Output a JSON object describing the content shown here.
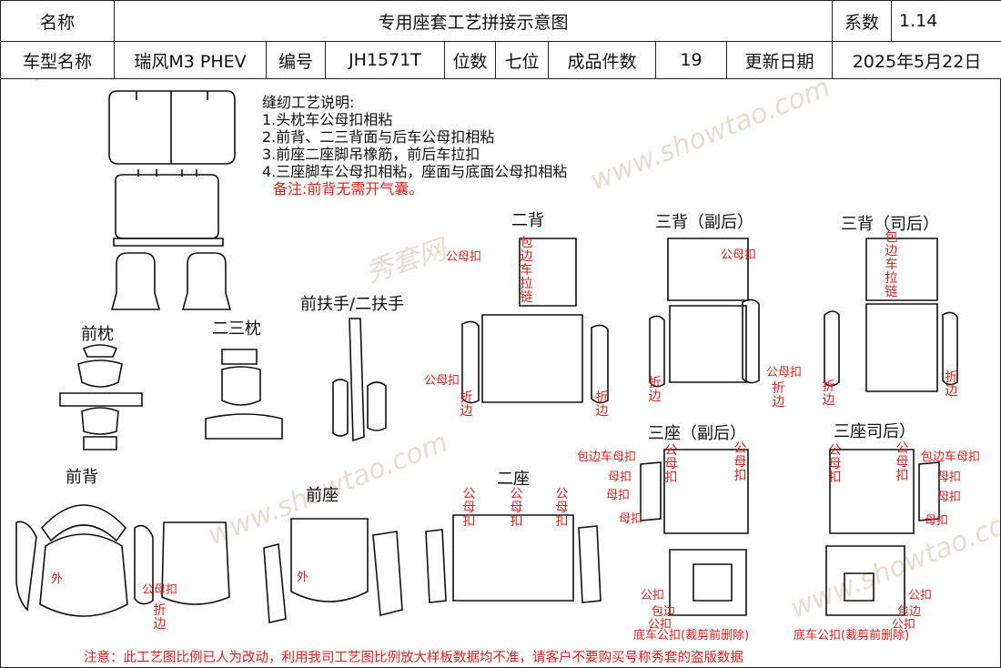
{
  "header": {
    "name_label": "名称",
    "title": "专用座套工艺拼接示意图",
    "coef_label": "系数",
    "coef_value": "1.14",
    "model_label": "车型名称",
    "model_value": "瑞风M3 PHEV",
    "code_label": "编号",
    "code_value": "JH1571T",
    "seats_label": "位数",
    "seats_value": "七位",
    "pieces_label": "成品件数",
    "pieces_value": "19",
    "date_label": "更新日期",
    "date_value": "2025年5月22日"
  },
  "notes": {
    "title": "缝纫工艺说明:",
    "items": [
      "1.头枕车公母扣相粘",
      "2.前背、二三背面与后车公母扣相粘",
      "3.前座二座脚吊橡筋，前后车拉扣",
      "4.三座脚车公母扣相粘，座面与底面公母扣相粘"
    ],
    "remark": "备注:前背无需开气囊。"
  },
  "sections": {
    "front_headrest": "前枕",
    "rear_headrest": "二三枕",
    "armrest": "前扶手/二扶手",
    "second_back": "二背",
    "third_back_passenger": "三背（副后）",
    "third_back_driver": "三背（司后）",
    "front_back": "前背",
    "front_seat": "前座",
    "second_seat": "二座",
    "third_seat_passenger": "三座（副后）",
    "third_seat_driver": "三座司后）"
  },
  "annotations": {
    "snap": "公母扣",
    "fold": "折边",
    "outer": "外",
    "zipper": "包边车拉链",
    "edge_snap": "包边车母扣",
    "female_snap": "母扣",
    "male_snap": "公扣",
    "edge": "包边",
    "bottom_snap": "底车公扣(裁剪前删除)"
  },
  "watermark": {
    "brand": "秀套网",
    "url": "www.showtao.com"
  },
  "footer": "注意：此工艺图比例已人为改动，利用我司工艺图比例放大样板数据均不准，请客户不要购买号称秀套的盗版数据",
  "colors": {
    "red": "#e0201a",
    "line": "#111111",
    "watermark": "#c9b79a"
  }
}
